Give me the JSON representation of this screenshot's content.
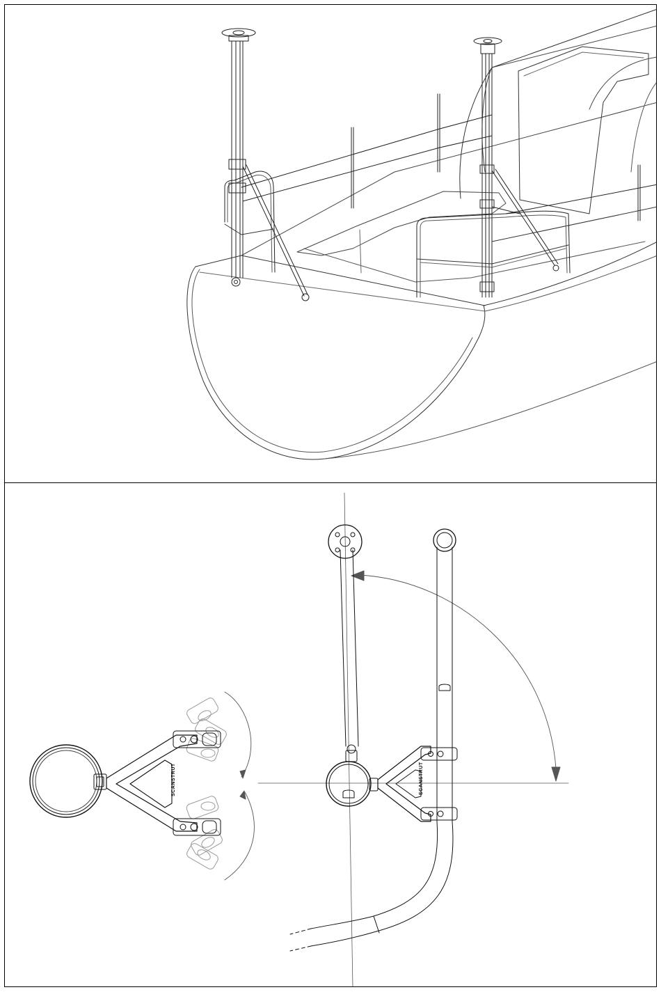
{
  "figure": {
    "panels": [
      {
        "id": "top",
        "content": "isometric view of yacht stern with two swing-out stanchion poles"
      },
      {
        "id": "bottom",
        "content": "plan view of pole bracket rotation"
      }
    ],
    "brand_label": "SCANSTRUT",
    "colors": {
      "line": "#111111",
      "light_line": "#444444",
      "ghost": "#9a9a9a",
      "axis": "#555555"
    }
  }
}
